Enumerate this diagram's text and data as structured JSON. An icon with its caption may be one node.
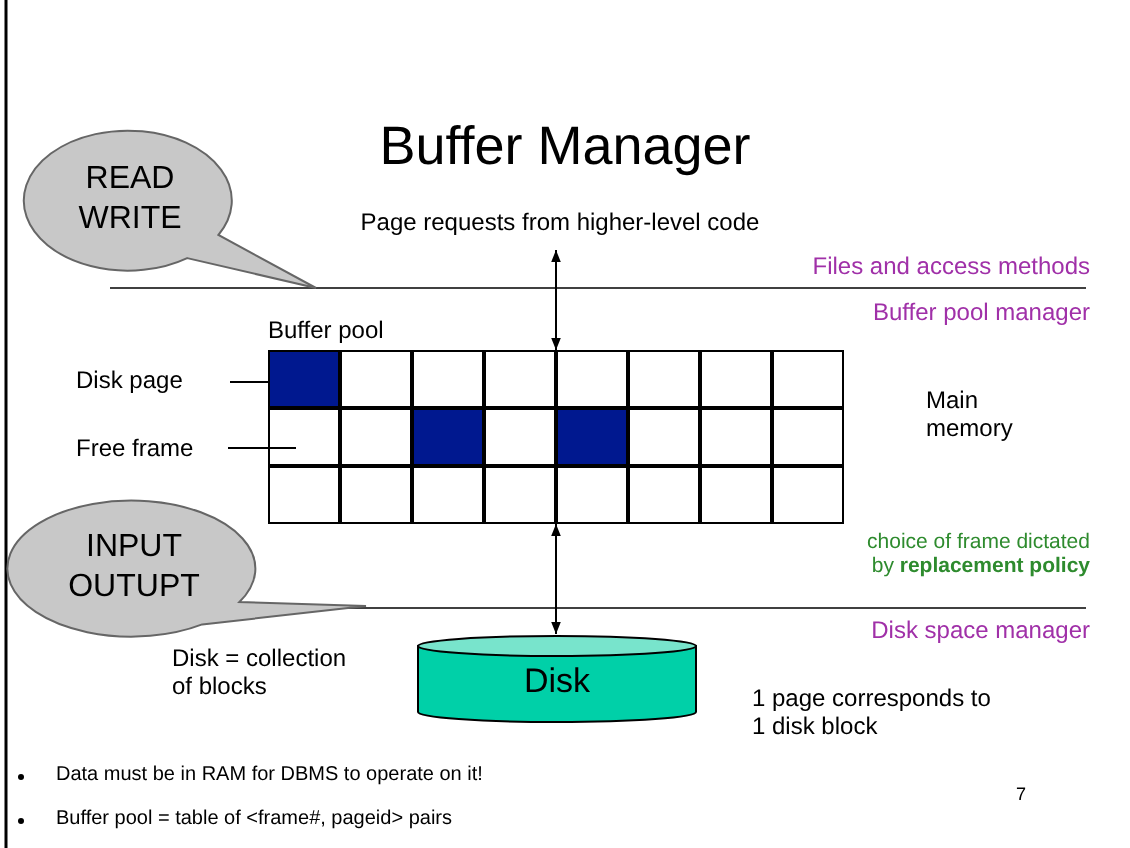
{
  "diagram": {
    "title": "Buffer Manager",
    "nodes": [
      {
        "text": [
          "READ WRITE"
        ]
      },
      {
        "text": [
          "Page requests from higher-level code"
        ]
      },
      {
        "text": [
          "Buffer pool"
        ]
      },
      {
        "text": [
          "Disk page"
        ]
      },
      {
        "text": [],
        "shape": "box",
        "in": 2
      },
      {
        "text": [
          "Free frame"
        ]
      },
      {
        "text": [],
        "shape": "box",
        "in": 2
      },
      {
        "text": [
          "INPUT OUTUPT"
        ]
      },
      {
        "text": [
          "Disk"
        ]
      }
    ],
    "edges": [
      {
        "from": 1,
        "to": 2,
        "arrow": "both"
      },
      {
        "from": 3,
        "to": 4,
        "arrow": "none"
      },
      {
        "from": 5,
        "to": 6,
        "arrow": "none"
      },
      {
        "from": 2,
        "to": 8,
        "arrow": "both"
      }
    ],
    "labels": [
      "Files and access methods",
      "Buffer pool manager",
      "Main memory",
      "choice of frame dictated by **replacement policy**",
      "Disk space manager",
      "Disk = collection of blocks",
      "1 page corresponds to 1 disk block",
      "Data must be in RAM for DBMS to operate on it!",
      "Buffer pool = table of <frame#, pageid> pairs",
      "7"
    ]
  }
}
